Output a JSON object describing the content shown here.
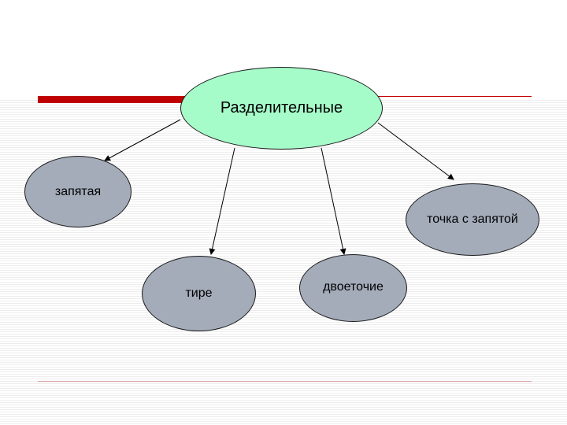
{
  "diagram": {
    "central": {
      "label": "Разделительные",
      "fill": "#a6fcc9"
    },
    "children": [
      {
        "id": "zapyataya",
        "label": "запятая"
      },
      {
        "id": "tire",
        "label": "тире"
      },
      {
        "id": "dvoetochie",
        "label": "двоеточие"
      },
      {
        "id": "tochka-s-zapyatoy",
        "label": "точка с запятой"
      }
    ],
    "child_fill": "#a4acba",
    "edges": [
      {
        "from": "central",
        "to": "zapyataya"
      },
      {
        "from": "central",
        "to": "tire"
      },
      {
        "from": "central",
        "to": "dvoetochie"
      },
      {
        "from": "central",
        "to": "tochka-s-zapyatoy"
      }
    ]
  },
  "theme": {
    "accent_red": "#c00000"
  }
}
